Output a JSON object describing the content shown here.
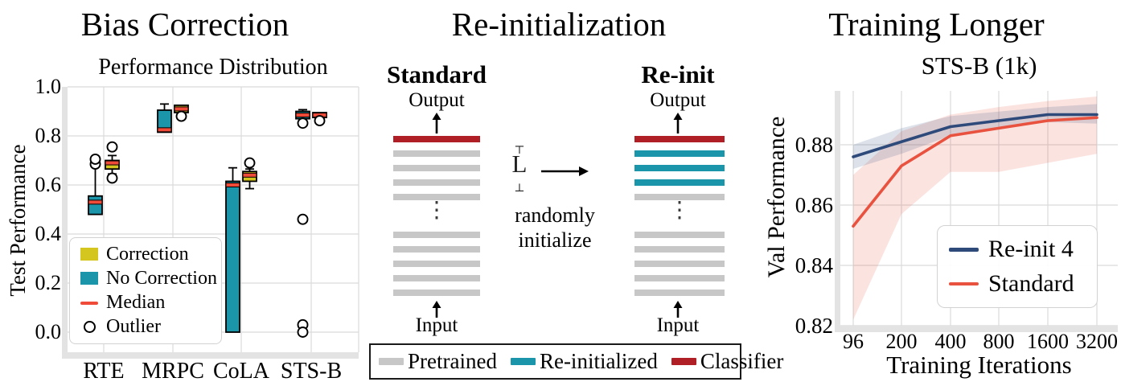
{
  "figure": {
    "panel_titles": [
      "Bias Correction",
      "Re-initialization",
      "Training Longer"
    ]
  },
  "chart_data": [
    {
      "type": "boxplot",
      "panel": "Bias Correction",
      "title": "Performance Distribution",
      "ylabel": "Test Performance",
      "categories": [
        "RTE",
        "MRPC",
        "CoLA",
        "STS-B"
      ],
      "yticks": [
        0.0,
        0.2,
        0.4,
        0.6,
        0.8,
        1.0
      ],
      "ylim": [
        -0.09,
        1.0
      ],
      "grid": true,
      "median_color": "#f04a38",
      "series": [
        {
          "name": "No Correction",
          "color": "#1b95a9",
          "boxes": [
            {
              "category": "RTE",
              "q1": 0.48,
              "median": 0.53,
              "q3": 0.555,
              "whisker_high": 0.675,
              "whisker_low": null,
              "outliers": [
                0.685,
                0.705
              ]
            },
            {
              "category": "MRPC",
              "q1": 0.815,
              "median": 0.825,
              "q3": 0.905,
              "whisker_high": 0.93,
              "whisker_low": null,
              "outliers": []
            },
            {
              "category": "CoLA",
              "q1": 0.0,
              "median": 0.6,
              "q3": 0.615,
              "whisker_high": 0.67,
              "whisker_low": null,
              "outliers": []
            },
            {
              "category": "STS-B",
              "q1": 0.87,
              "median": 0.885,
              "q3": 0.9,
              "whisker_high": 0.907,
              "whisker_low": null,
              "outliers": [
                0.852,
                0.46,
                0.03,
                0.0
              ]
            }
          ]
        },
        {
          "name": "Correction",
          "color": "#d5c51f",
          "boxes": [
            {
              "category": "RTE",
              "q1": 0.665,
              "median": 0.69,
              "q3": 0.7,
              "whisker_high": 0.72,
              "whisker_low": 0.645,
              "outliers": [
                0.755,
                0.628
              ]
            },
            {
              "category": "MRPC",
              "q1": 0.895,
              "median": 0.91,
              "q3": 0.925,
              "whisker_high": null,
              "whisker_low": null,
              "outliers": [
                0.88
              ]
            },
            {
              "category": "CoLA",
              "q1": 0.615,
              "median": 0.64,
              "q3": 0.655,
              "whisker_high": 0.665,
              "whisker_low": 0.585,
              "outliers": [
                0.69
              ]
            },
            {
              "category": "STS-B",
              "q1": 0.875,
              "median": 0.885,
              "q3": 0.895,
              "whisker_high": null,
              "whisker_low": null,
              "outliers": [
                0.862
              ]
            }
          ]
        }
      ],
      "legend": [
        {
          "label": "Correction",
          "marker": "swatch",
          "color": "#d5c51f"
        },
        {
          "label": "No Correction",
          "marker": "swatch",
          "color": "#1b95a9"
        },
        {
          "label": "Median",
          "marker": "line",
          "color": "#f04a38"
        },
        {
          "label": "Outlier",
          "marker": "circle",
          "color": "#000000"
        }
      ]
    },
    {
      "type": "line",
      "panel": "Training Longer",
      "title": "STS-B (1k)",
      "xlabel": "Training Iterations",
      "ylabel": "Val Performance",
      "x": [
        96,
        200,
        400,
        800,
        1600,
        3200
      ],
      "x_scale": "log",
      "yticks": [
        0.82,
        0.84,
        0.86,
        0.88
      ],
      "ylim": [
        0.82,
        0.898
      ],
      "grid": true,
      "legend_position": "lower right",
      "series": [
        {
          "name": "Re-init 4",
          "color": "#2e4a7a",
          "values": [
            0.876,
            0.881,
            0.886,
            0.888,
            0.89,
            0.89
          ],
          "band_low": [
            0.872,
            0.877,
            0.883,
            0.886,
            0.8875,
            0.887
          ],
          "band_high": [
            0.88,
            0.8855,
            0.8895,
            0.891,
            0.8925,
            0.8935
          ]
        },
        {
          "name": "Standard",
          "color": "#e8523f",
          "values": [
            0.853,
            0.873,
            0.883,
            0.8855,
            0.888,
            0.889
          ],
          "band_low": [
            0.822,
            0.857,
            0.871,
            0.871,
            0.874,
            0.877
          ],
          "band_high": [
            0.87,
            0.8845,
            0.89,
            0.8925,
            0.8945,
            0.896
          ]
        }
      ],
      "legend": [
        {
          "label": "Re-init 4",
          "color": "#2e4a7a"
        },
        {
          "label": "Standard",
          "color": "#e8523f"
        }
      ]
    }
  ],
  "diagram": {
    "title": "Re-initialization",
    "layer_colors": {
      "pretrained": "#c7c7c7",
      "reinit": "#1b95a9",
      "classifier": "#b01f26"
    },
    "columns": [
      {
        "heading": "Standard",
        "top_label": "Output",
        "bottom_label": "Input",
        "dots": "⋮",
        "layers_top": [
          "classifier",
          "pretrained",
          "pretrained",
          "pretrained",
          "pretrained"
        ],
        "layers_bottom": [
          "pretrained",
          "pretrained",
          "pretrained",
          "pretrained",
          "pretrained"
        ]
      },
      {
        "heading": "Re-init",
        "top_label": "Output",
        "bottom_label": "Input",
        "dots": "⋮",
        "layers_top": [
          "classifier",
          "reinit",
          "reinit",
          "reinit",
          "pretrained"
        ],
        "layers_bottom": [
          "pretrained",
          "pretrained",
          "pretrained",
          "pretrained",
          "pretrained"
        ]
      }
    ],
    "middle": {
      "bracket_top": "⊤",
      "bracket_label": "L",
      "bracket_bottom": "⊥",
      "caption": [
        "randomly",
        "initialize"
      ]
    },
    "legend": [
      {
        "label": "Pretrained",
        "color": "#c7c7c7"
      },
      {
        "label": "Re-initialized",
        "color": "#1b95a9"
      },
      {
        "label": "Classifier",
        "color": "#b01f26"
      }
    ]
  }
}
